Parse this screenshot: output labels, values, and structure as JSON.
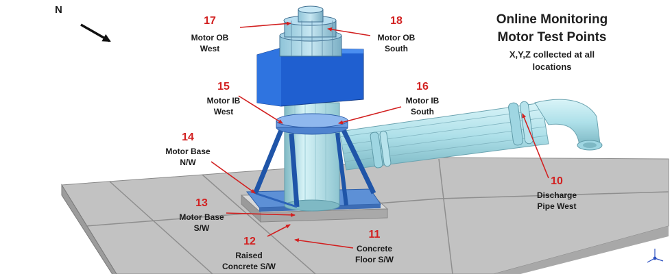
{
  "colors": {
    "number": "#d22020",
    "arrow": "#d22020",
    "motor_block": "#2468d6",
    "pipe": "#bde8f0",
    "slab": "#b9b9b9"
  },
  "compass": {
    "letter": "N"
  },
  "title": {
    "line1": "Online Monitoring",
    "line2": "Motor Test Points",
    "line3": "X,Y,Z collected at all",
    "line4": "locations"
  },
  "points": [
    {
      "id": "17",
      "number": "17",
      "line1": "Motor OB",
      "line2": "West"
    },
    {
      "id": "18",
      "number": "18",
      "line1": "Motor OB",
      "line2": "South"
    },
    {
      "id": "15",
      "number": "15",
      "line1": "Motor IB",
      "line2": "West"
    },
    {
      "id": "16",
      "number": "16",
      "line1": "Motor IB",
      "line2": "South"
    },
    {
      "id": "14",
      "number": "14",
      "line1": "Motor Base",
      "line2": "N/W"
    },
    {
      "id": "13",
      "number": "13",
      "line1": "Motor Base",
      "line2": "S/W"
    },
    {
      "id": "12",
      "number": "12",
      "line1": "Raised",
      "line2": "Concrete S/W"
    },
    {
      "id": "11",
      "number": "11",
      "line1": "Concrete",
      "line2": "Floor S/W"
    },
    {
      "id": "10",
      "number": "10",
      "line1": "Discharge",
      "line2": "Pipe West"
    }
  ]
}
